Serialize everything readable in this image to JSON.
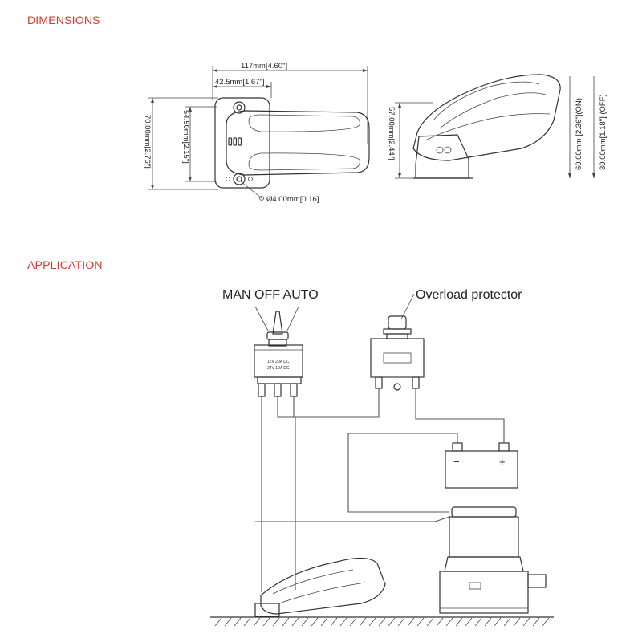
{
  "sections": {
    "dimensions_title": "DIMENSIONS",
    "application_title": "APPLICATION"
  },
  "dimensions": {
    "overall_width": "117mm[4.60\"]",
    "mount_width": "42.5mm[1.67\"]",
    "overall_height": "70.00mm[2.76\"]",
    "mount_height": "54.50mm[2.15\"]",
    "hole_diameter": "Ø4.00mm[0.16]",
    "side_height": "57.00mm[2.44\"]",
    "on_level": "60.00mm [2.36\"](ON)",
    "off_level": "30.00mm[1.18\"] (OFF)"
  },
  "application": {
    "switch_label": "MAN OFF AUTO",
    "protector_label": "Overload protector",
    "switch_rating_line1": "12V 20A DC",
    "switch_rating_line2": "24V 10A DC",
    "battery_minus": "−",
    "battery_plus": "+"
  },
  "colors": {
    "section_title": "#d23a2c",
    "line": "#333333"
  }
}
